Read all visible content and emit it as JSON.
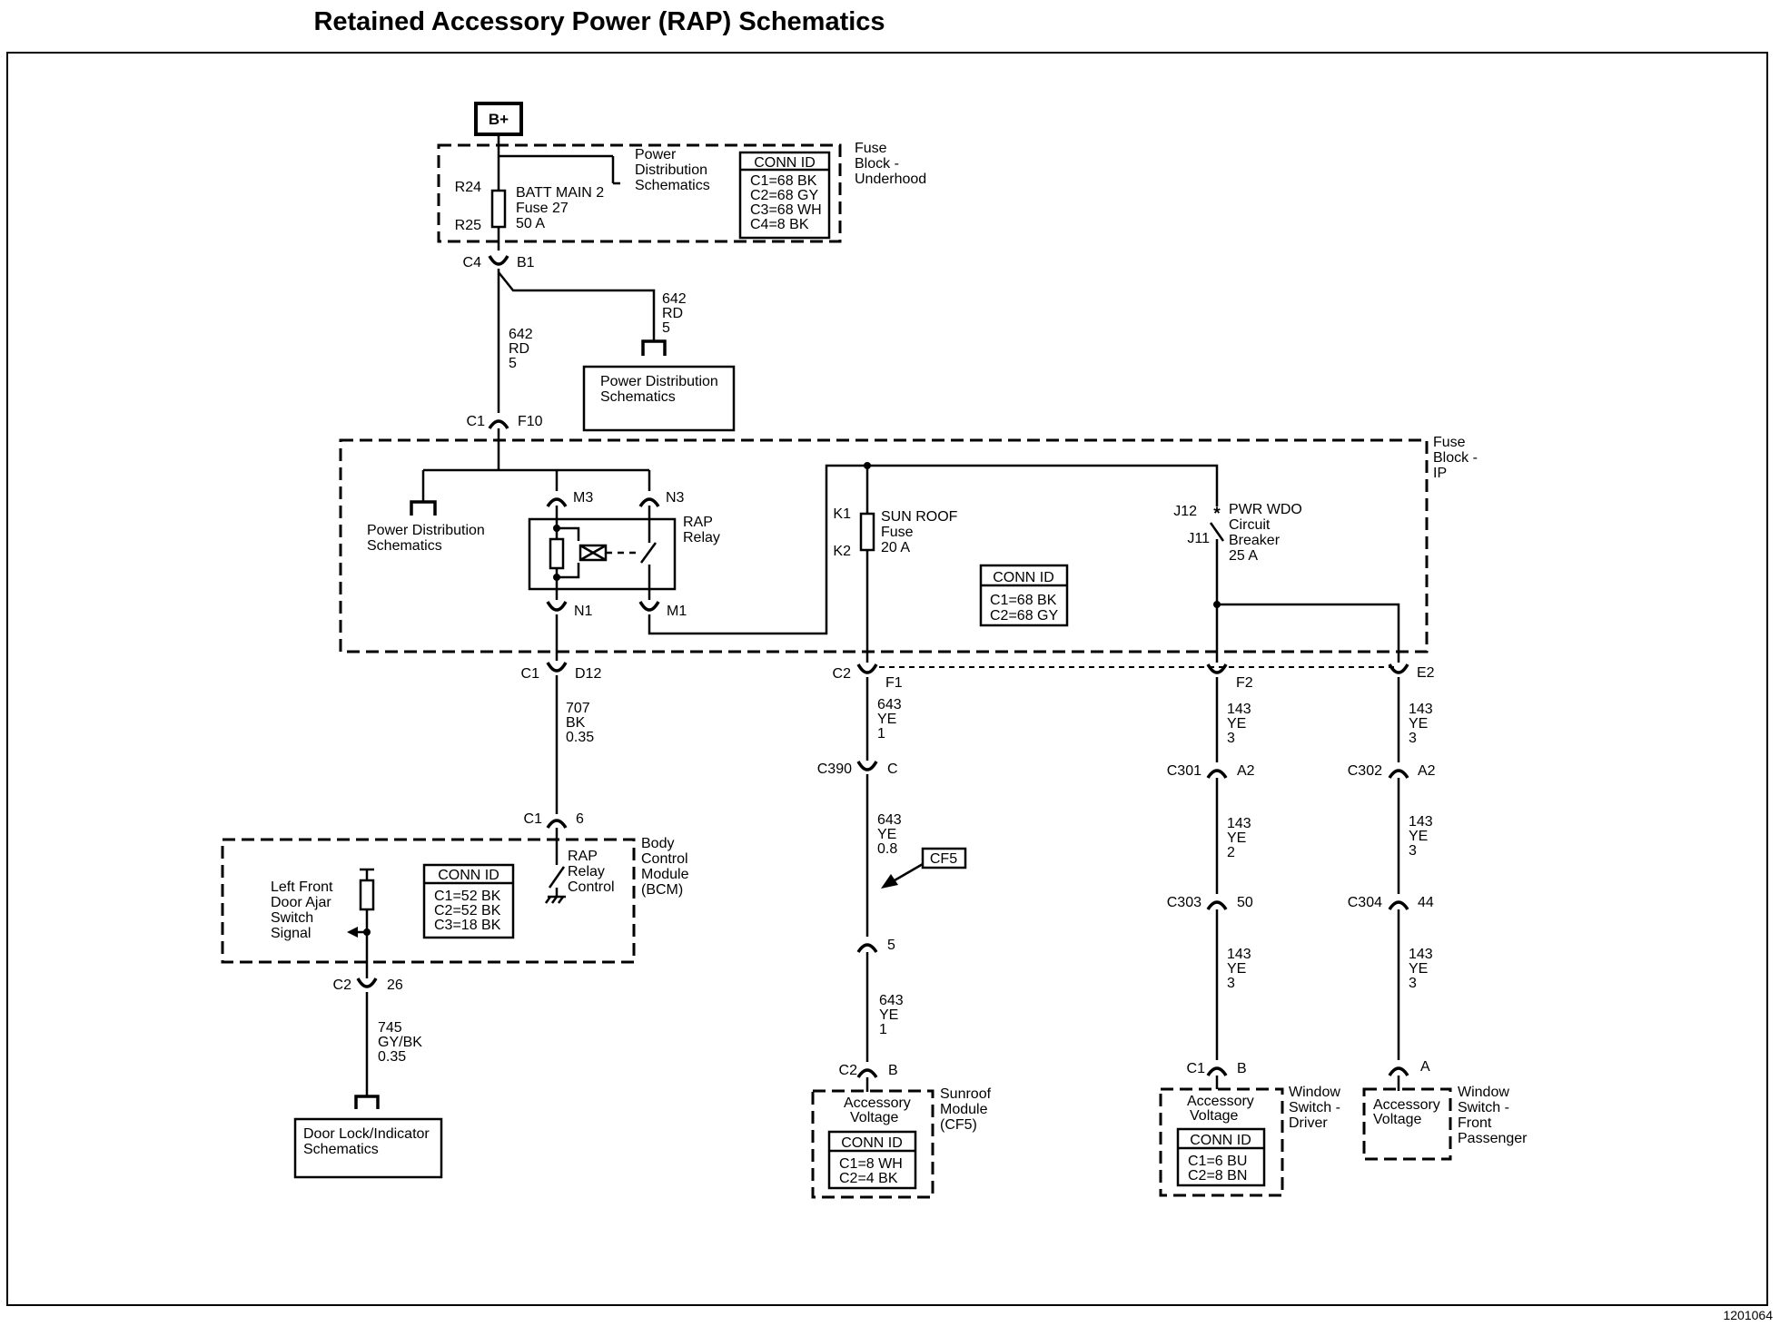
{
  "title": "Retained Accessory Power (RAP) Schematics",
  "figure_id": "1201064",
  "battery": {
    "label": "B+"
  },
  "fuse_block_underhood": {
    "name_lines": [
      "Fuse",
      "Block -",
      "Underhood"
    ],
    "pd_ref_lines": [
      "Power",
      "Distribution",
      "Schematics"
    ],
    "fuse_lines": [
      "BATT MAIN 2",
      "Fuse 27",
      "50 A"
    ],
    "pin_top": "R24",
    "pin_bottom": "R25",
    "conn_title": "CONN ID",
    "conn_lines": [
      "C1=68 BK",
      "C2=68 GY",
      "C3=68 WH",
      "C4=8 BK"
    ]
  },
  "c4_connector": {
    "conn": "C4",
    "pin": "B1"
  },
  "wire_642_down": [
    "642",
    "RD",
    "5"
  ],
  "wire_642_branch": [
    "642",
    "RD",
    "5"
  ],
  "pd_box_upper": [
    "Power Distribution",
    "Schematics"
  ],
  "c1_f10": {
    "conn": "C1",
    "pin": "F10"
  },
  "fuse_block_ip": {
    "name_lines": [
      "Fuse",
      "Block -",
      "IP"
    ],
    "pd_ref_lines": [
      "Power Distribution",
      "Schematics"
    ],
    "relay_pin_m3": "M3",
    "relay_pin_n3": "N3",
    "relay_pin_n1": "N1",
    "relay_pin_m1": "M1",
    "relay_label": [
      "RAP",
      "Relay"
    ],
    "sunroof_pin_top": "K1",
    "sunroof_pin_bottom": "K2",
    "sunroof_fuse": [
      "SUN ROOF",
      "Fuse",
      "20 A"
    ],
    "breaker_pin_top": "J12",
    "breaker_pin_bottom": "J11",
    "breaker": [
      "PWR WDO",
      "Circuit",
      "Breaker",
      "25 A"
    ],
    "conn_title": "CONN ID",
    "conn_lines": [
      "C1=68 BK",
      "C2=68 GY"
    ]
  },
  "c1_d12": {
    "conn": "C1",
    "pin": "D12"
  },
  "wire_707": [
    "707",
    "BK",
    "0.35"
  ],
  "c1_6": {
    "conn": "C1",
    "pin": "6"
  },
  "bcm": {
    "name_lines": [
      "Body",
      "Control",
      "Module",
      "(BCM)"
    ],
    "relay_control": [
      "RAP",
      "Relay",
      "Control"
    ],
    "door_signal": [
      "Left Front",
      "Door Ajar",
      "Switch",
      "Signal"
    ],
    "conn_title": "CONN ID",
    "conn_lines": [
      "C1=52 BK",
      "C2=52 BK",
      "C3=18 BK"
    ]
  },
  "c2_26": {
    "conn": "C2",
    "pin": "26"
  },
  "wire_745": [
    "745",
    "GY/BK",
    "0.35"
  ],
  "door_lock_box": [
    "Door Lock/Indicator",
    "Schematics"
  ],
  "sunroof_branch": {
    "c2_f1": {
      "conn": "C2",
      "pin": "F1"
    },
    "wire_a": [
      "643",
      "YE",
      "1"
    ],
    "c390": {
      "conn": "C390",
      "pin": "C"
    },
    "wire_b": [
      "643",
      "YE",
      "0.8"
    ],
    "ref_tag": "CF5",
    "inline_pin": "5",
    "wire_c": [
      "643",
      "YE",
      "1"
    ],
    "c2_b": {
      "conn": "C2",
      "pin": "B"
    },
    "module_input": [
      "Accessory",
      "Voltage"
    ],
    "module_name": [
      "Sunroof",
      "Module",
      "(CF5)"
    ],
    "conn_title": "CONN ID",
    "conn_lines": [
      "C1=8 WH",
      "C2=4 BK"
    ]
  },
  "driver_branch": {
    "f2": "F2",
    "wire_a": [
      "143",
      "YE",
      "3"
    ],
    "c301": {
      "conn": "C301",
      "pin": "A2"
    },
    "wire_b": [
      "143",
      "YE",
      "2"
    ],
    "c303": {
      "conn": "C303",
      "pin": "50"
    },
    "wire_c": [
      "143",
      "YE",
      "3"
    ],
    "c1_b": {
      "conn": "C1",
      "pin": "B"
    },
    "module_input": [
      "Accessory",
      "Voltage"
    ],
    "module_name": [
      "Window",
      "Switch -",
      "Driver"
    ],
    "conn_title": "CONN ID",
    "conn_lines": [
      "C1=6 BU",
      "C2=8 BN"
    ]
  },
  "passenger_branch": {
    "e2": "E2",
    "wire_a": [
      "143",
      "YE",
      "3"
    ],
    "c302": {
      "conn": "C302",
      "pin": "A2"
    },
    "wire_b": [
      "143",
      "YE",
      "3"
    ],
    "c304": {
      "conn": "C304",
      "pin": "44"
    },
    "wire_c": [
      "143",
      "YE",
      "3"
    ],
    "pin_a": "A",
    "module_input": [
      "Accessory",
      "Voltage"
    ],
    "module_name": [
      "Window",
      "Switch -",
      "Front",
      "Passenger"
    ]
  }
}
